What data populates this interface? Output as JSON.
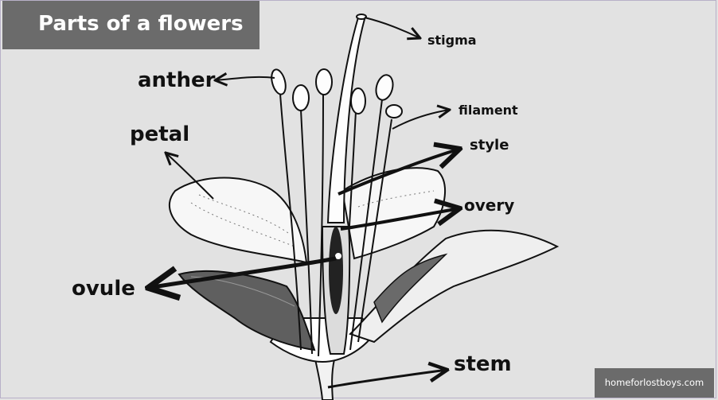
{
  "title": "Parts of a flowers",
  "labels": {
    "stigma": "stigma",
    "anther": "anther",
    "filament": "filament",
    "petal": "petal",
    "style": "style",
    "ovary": "overy",
    "ovule": "ovule",
    "stem": "stem"
  },
  "watermark": "homeforlostboys.com"
}
